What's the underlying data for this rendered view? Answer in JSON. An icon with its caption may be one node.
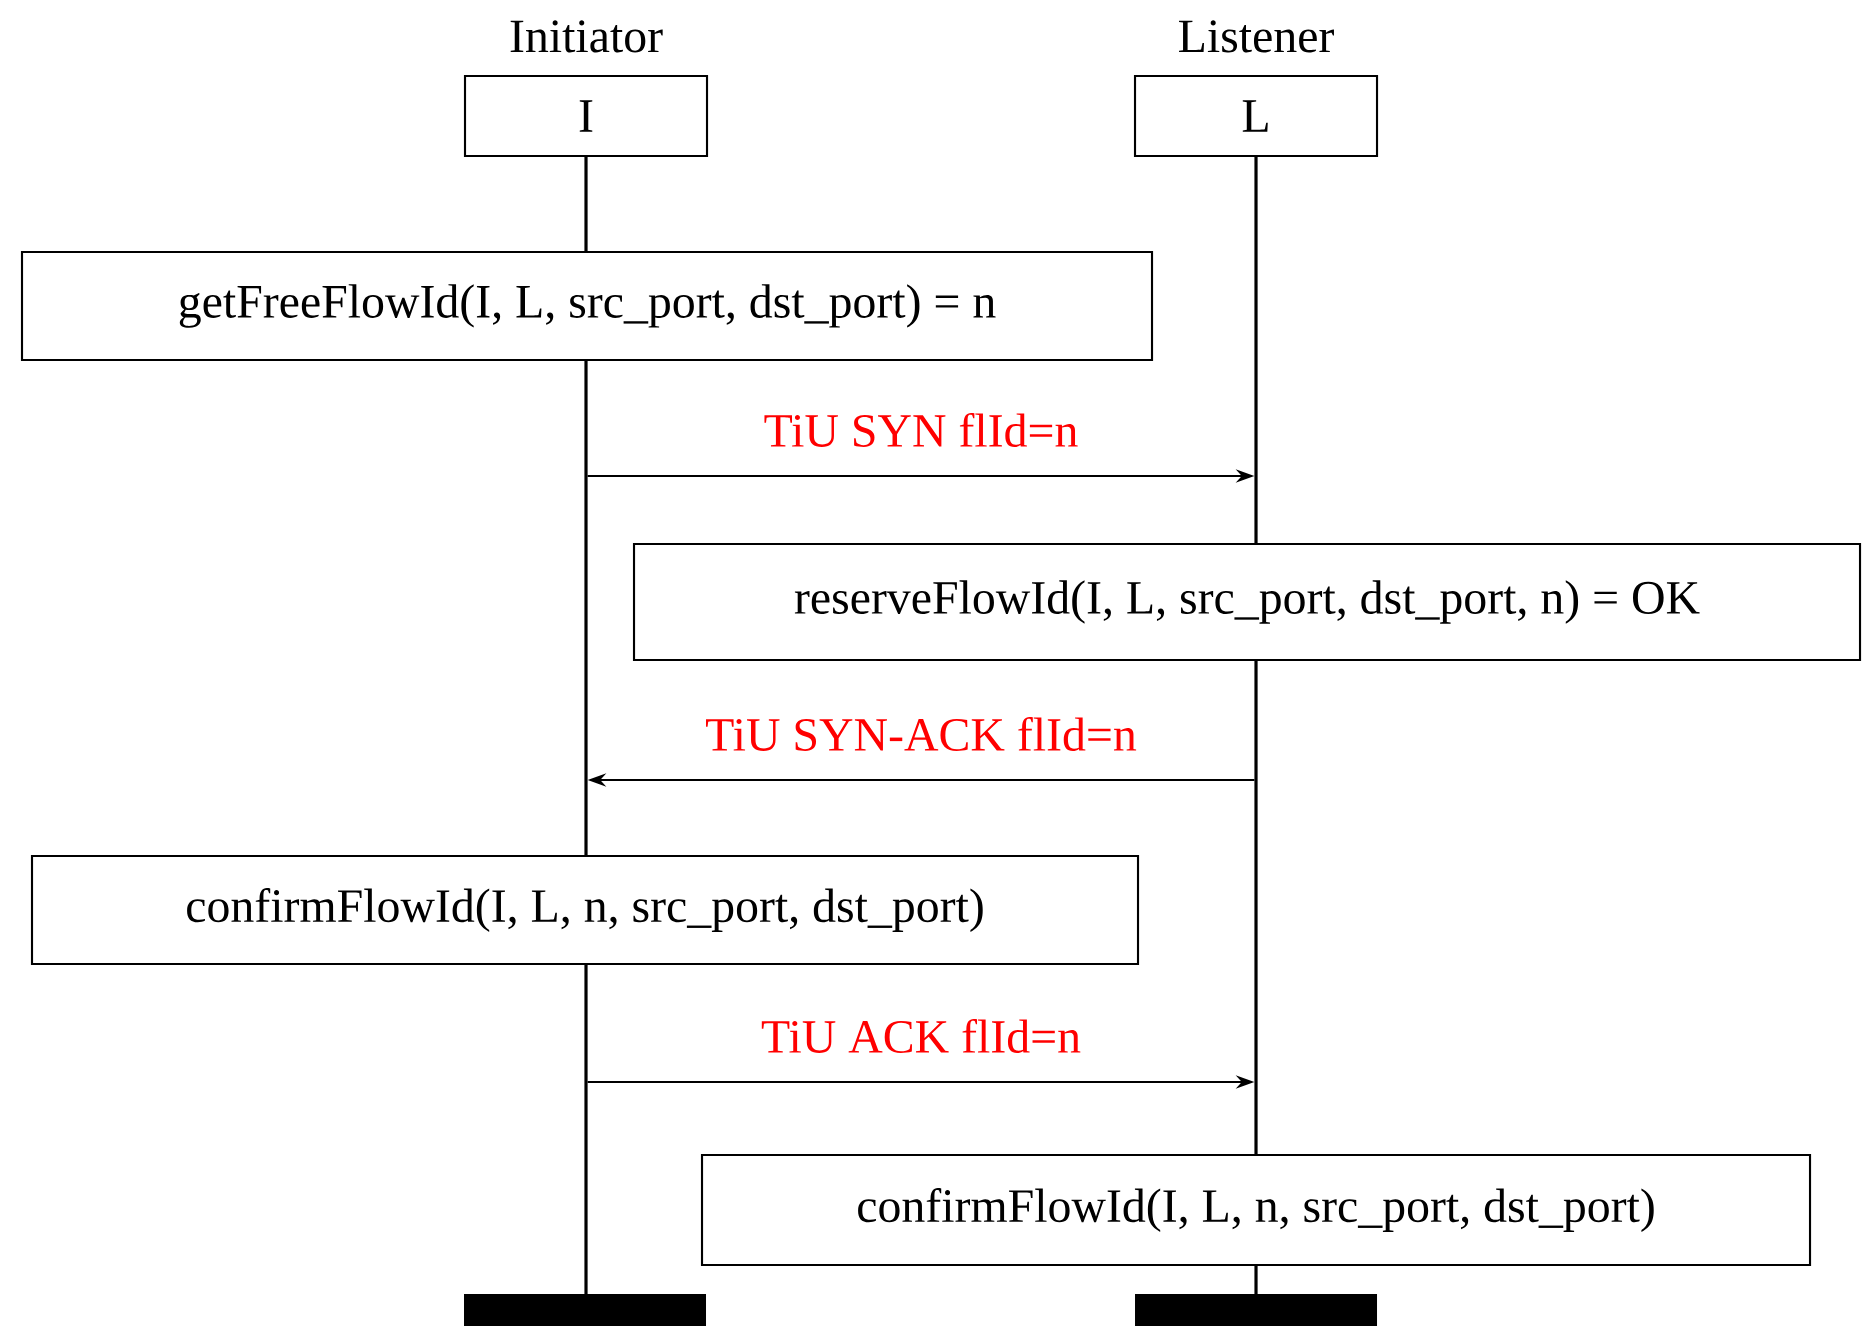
{
  "diagram": {
    "nodes": [
      {
        "text": [
          "Initiator",
          "I"
        ]
      },
      {
        "text": [
          "Listener",
          "L"
        ]
      },
      {
        "text": [
          "getFreeFlowId(I, L, src_port, dst_port) = n"
        ]
      },
      {
        "text": [
          "reserveFlowId(I, L, src_port, dst_port, n) = OK"
        ]
      },
      {
        "text": [
          "confirmFlowId(I, L, n, src_port, dst_port)"
        ]
      },
      {
        "text": [
          "confirmFlowId(I, L, n, src_port, dst_port)"
        ]
      },
      {
        "text": [],
        "shape": "bar"
      },
      {
        "text": [],
        "shape": "bar"
      },
      {
        "text": [],
        "shape": "line"
      },
      {
        "text": [],
        "shape": "line"
      },
      {
        "text": [],
        "shape": "line"
      },
      {
        "text": [],
        "shape": "line"
      },
      {
        "text": [],
        "shape": "line"
      },
      {
        "text": [],
        "shape": "line"
      }
    ],
    "edges": [
      {
        "from": 9,
        "to": 11,
        "arrow": "to",
        "label": "TiU SYN flId=n"
      },
      {
        "from": 12,
        "to": 9,
        "arrow": "to",
        "label": "TiU SYN-ACK flId=n"
      },
      {
        "from": 10,
        "to": 12,
        "arrow": "to",
        "label": "TiU ACK flId=n"
      }
    ]
  }
}
